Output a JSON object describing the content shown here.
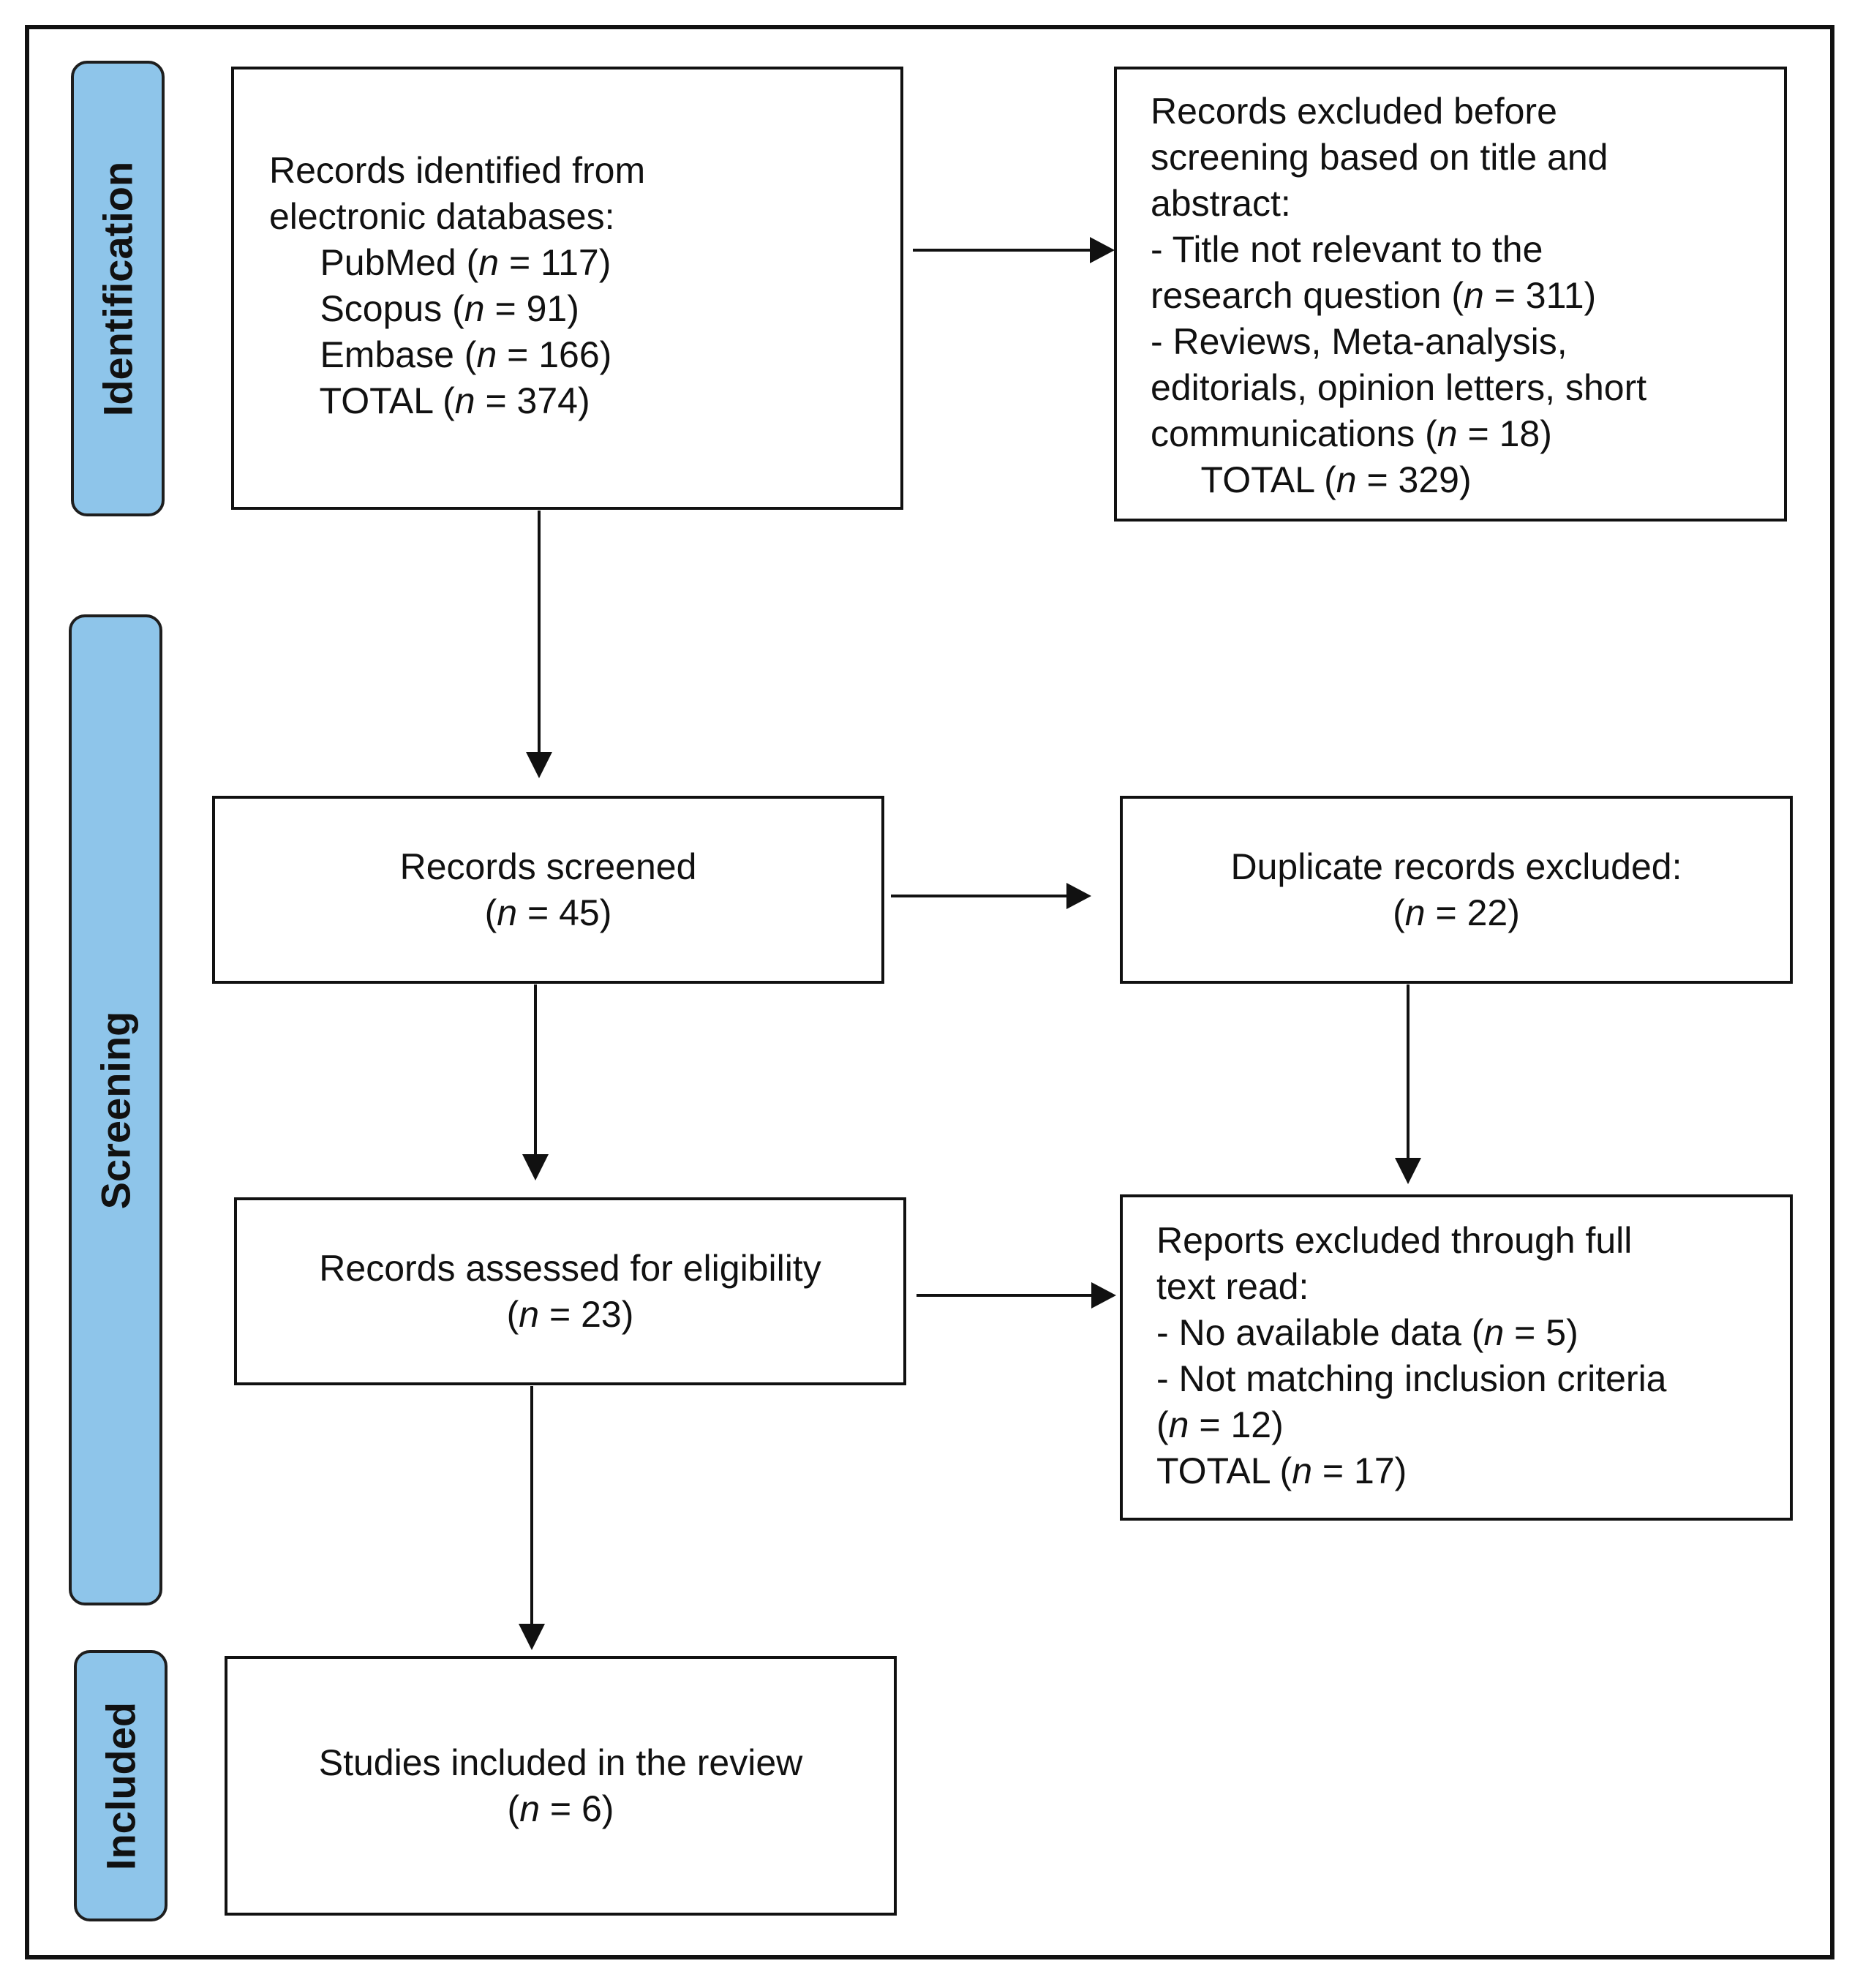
{
  "phases": {
    "identification": "Identification",
    "screening": "Screening",
    "included": "Included"
  },
  "boxes": {
    "identified": {
      "lines": [
        [
          "Records identified from"
        ],
        [
          "electronic databases:"
        ],
        [
          "     PubMed (",
          "n",
          " = 117)"
        ],
        [
          "     Scopus (",
          "n",
          " = 91)"
        ],
        [
          "     Embase (",
          "n",
          " = 166)"
        ],
        [
          "     TOTAL (",
          "n",
          " = 374)"
        ]
      ]
    },
    "excluded_before_screening": {
      "lines": [
        [
          "Records excluded before"
        ],
        [
          "screening based on title and"
        ],
        [
          "abstract:"
        ],
        [
          "- Title not relevant to the"
        ],
        [
          "research question (",
          "n",
          " = 311)"
        ],
        [
          "- Reviews, Meta-analysis,"
        ],
        [
          "editorials, opinion letters, short"
        ],
        [
          "communications (",
          "n",
          " = 18)"
        ],
        [
          "     TOTAL (",
          "n",
          " = 329)"
        ]
      ]
    },
    "screened": {
      "lines": [
        [
          "Records screened"
        ],
        [
          "(",
          "n",
          " = 45)"
        ]
      ]
    },
    "duplicates": {
      "lines": [
        [
          "Duplicate records excluded:"
        ],
        [
          "(",
          "n",
          " = 22)"
        ]
      ]
    },
    "assessed": {
      "lines": [
        [
          "Records assessed for eligibility"
        ],
        [
          "(",
          "n",
          " = 23)"
        ]
      ]
    },
    "reports_excluded": {
      "lines": [
        [
          "Reports excluded through full"
        ],
        [
          "text read:"
        ],
        [
          "- No available data (",
          "n",
          " = 5)"
        ],
        [
          "- Not matching inclusion criteria"
        ],
        [
          "(",
          "n",
          " = 12)"
        ],
        [
          "TOTAL (",
          "n",
          " = 17)"
        ]
      ]
    },
    "included_studies": {
      "lines": [
        [
          "Studies included in the review"
        ],
        [
          "(",
          "n",
          " = 6)"
        ]
      ]
    }
  }
}
